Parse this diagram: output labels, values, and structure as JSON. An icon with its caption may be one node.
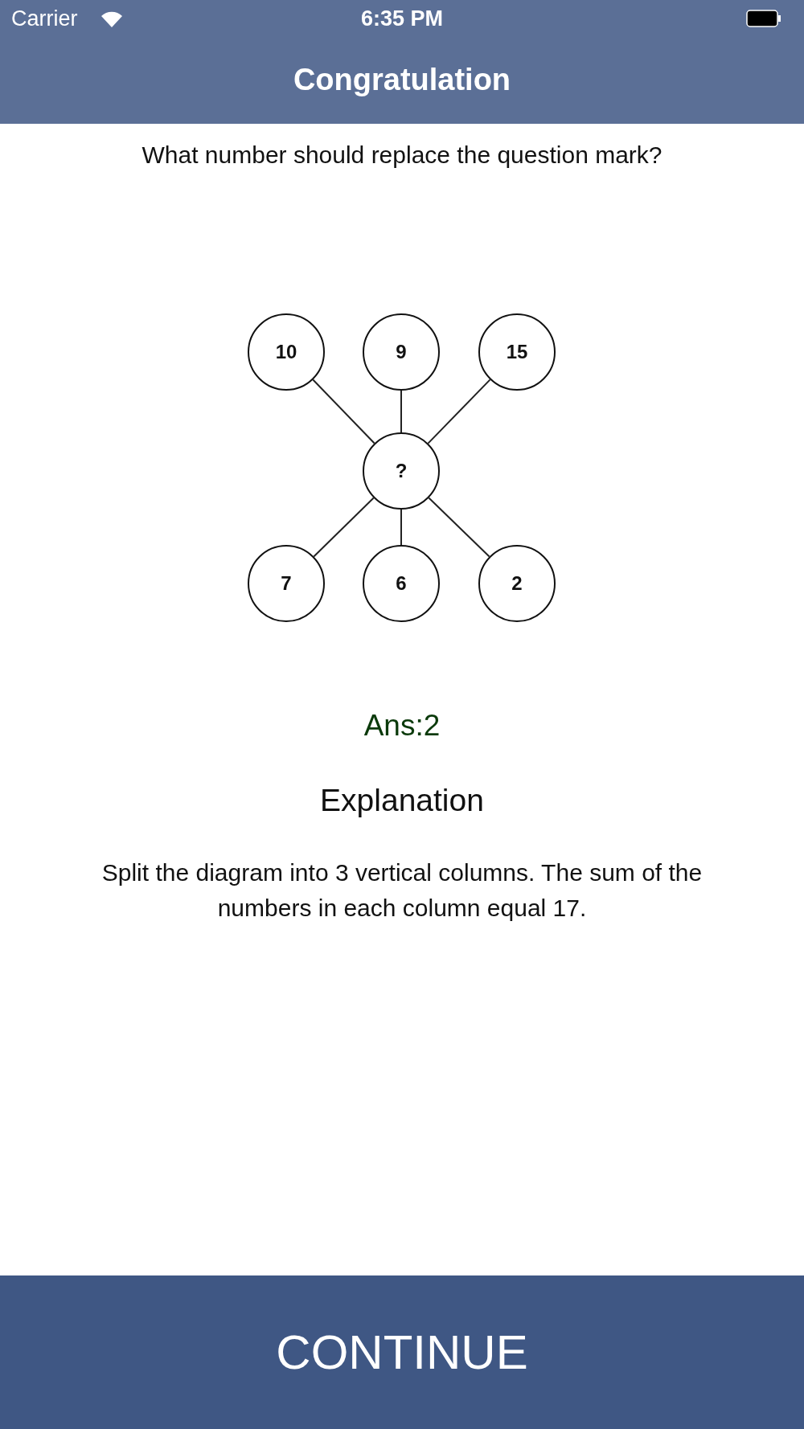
{
  "diagram": {
    "title": "Congratulation",
    "nodes": [
      {
        "text": [
          "10"
        ]
      },
      {
        "text": [
          "9"
        ]
      },
      {
        "text": [
          "15"
        ]
      },
      {
        "text": [
          "?"
        ]
      },
      {
        "text": [
          "7"
        ]
      },
      {
        "text": [
          "6"
        ]
      },
      {
        "text": [
          "2"
        ]
      }
    ],
    "edges": [
      {
        "from": 0,
        "to": 3,
        "arrow": "none"
      },
      {
        "from": 1,
        "to": 3,
        "arrow": "none"
      },
      {
        "from": 2,
        "to": 3,
        "arrow": "none"
      },
      {
        "from": 3,
        "to": 4,
        "arrow": "none"
      },
      {
        "from": 3,
        "to": 5,
        "arrow": "none"
      },
      {
        "from": 3,
        "to": 6,
        "arrow": "none"
      }
    ],
    "labels": [
      "Carrier",
      "6:35 PM",
      "What number should replace the question mark?",
      "Ans:2",
      "Explanation",
      "Split the diagram into 3 vertical columns. The sum of the numbers in each column equal 17.",
      "CONTINUE"
    ]
  }
}
